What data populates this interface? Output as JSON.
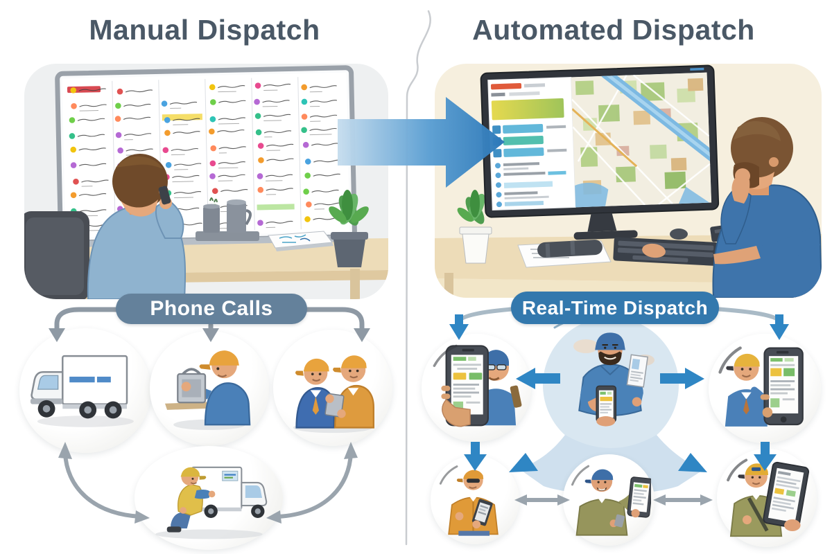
{
  "titles": {
    "left": "Manual Dispatch",
    "right": "Automated Dispatch"
  },
  "labels": {
    "left_pill": "Phone Calls",
    "right_pill": "Real-Time Dispatch"
  },
  "colors": {
    "title_text": "#4a5866",
    "left_pill_bg": "#64819b",
    "right_pill_bg": "#3378ad",
    "flow_arrow_blue": "#2f86c4",
    "connector_gray": "#8e99a4",
    "left_panel_bg": "#eef0f1",
    "right_panel_bg": "#f6efde",
    "big_arrow_gradient": [
      "#c6ddee",
      "#2b77b8"
    ]
  },
  "left_scene": {
    "board_dot_colors": [
      "#e84a8f",
      "#f39c2d",
      "#35c08a",
      "#4aa3e0",
      "#e05252",
      "#2ec4b6",
      "#f1c40f",
      "#b569d4",
      "#ff8a5c",
      "#6fcf4a"
    ],
    "nodes": [
      "delivery-truck",
      "technician-with-equipment",
      "two-field-workers",
      "technician-at-truck"
    ]
  },
  "right_scene": {
    "nodes": [
      "worker-with-phone-app",
      "dispatcher-with-devices",
      "worker-receiving-dispatch",
      "worker-orange-with-device",
      "worker-green-with-phone",
      "worker-with-tablet"
    ]
  }
}
